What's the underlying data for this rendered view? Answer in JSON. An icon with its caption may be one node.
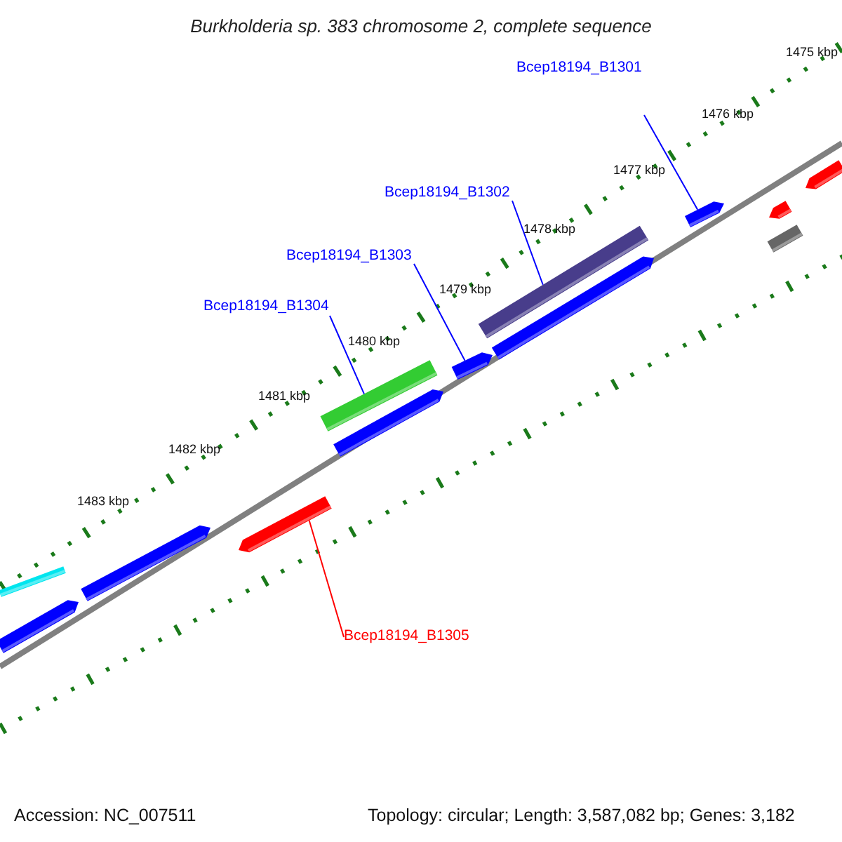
{
  "diagram": {
    "title": "Burkholderia sp. 383 chromosome 2, complete sequence",
    "nodes": [
      {
        "text": [
          "Bcep18194_B1301"
        ]
      },
      {
        "text": [
          "Bcep18194_B1302"
        ]
      },
      {
        "text": [
          "Bcep18194_B1303"
        ]
      },
      {
        "text": [
          "Bcep18194_B1304"
        ]
      },
      {
        "text": [
          "Bcep18194_B1305"
        ]
      },
      {
        "text": [],
        "shape": "bar"
      },
      {
        "text": [],
        "shape": "bar"
      },
      {
        "text": [],
        "shape": "bar"
      },
      {
        "text": [],
        "shape": "bar"
      },
      {
        "text": [],
        "shape": "bar"
      }
    ],
    "edges": [
      {
        "from": 0,
        "to": 5,
        "arrow": "none"
      },
      {
        "from": 1,
        "to": 6,
        "arrow": "none"
      },
      {
        "from": 2,
        "to": 7,
        "arrow": "none"
      },
      {
        "from": 3,
        "to": 8,
        "arrow": "none"
      },
      {
        "from": 4,
        "to": 9,
        "arrow": "none",
        "color": "#ff0000"
      }
    ],
    "labels": [
      "1475 kbp",
      "1476 kbp",
      "1477 kbp",
      "1478 kbp",
      "1479 kbp",
      "1480 kbp",
      "1481 kbp",
      "1482 kbp",
      "1483 kbp",
      "Accession: NC_007511",
      "Topology: circular; Length: 3,587,082 bp; Genes: 3,182"
    ]
  }
}
